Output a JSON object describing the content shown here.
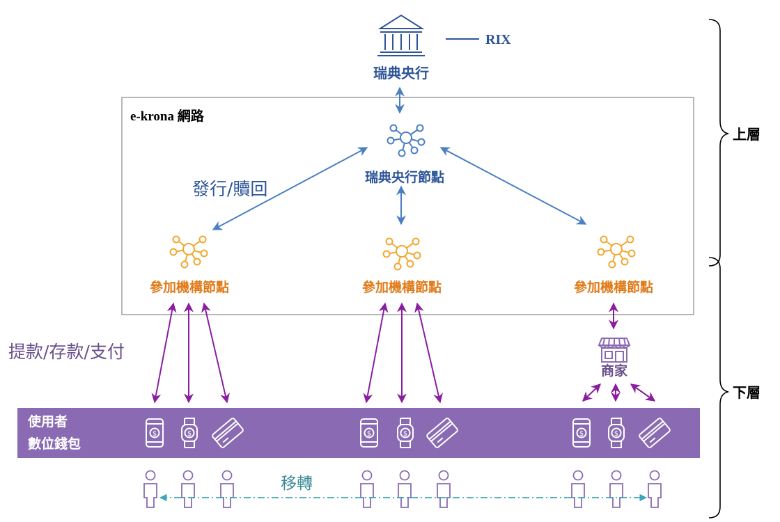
{
  "central_bank": {
    "label": "瑞典央行",
    "rix_label": "RIX"
  },
  "network": {
    "title": "e-krona 網路",
    "central_node_label": "瑞典央行節點",
    "issue_label": "發行/贖回"
  },
  "participants": {
    "labels": [
      "參加機構節點",
      "參加機構節點",
      "參加機構節點"
    ]
  },
  "side_labels": {
    "withdraw_label": "提款/存款/支付",
    "transfer_label": "移轉"
  },
  "merchant": {
    "label": "商家"
  },
  "wallet": {
    "line1": "使用者",
    "line2": "數位錢包"
  },
  "layers": {
    "upper": "上層",
    "lower": "下層"
  },
  "colors": {
    "blue": "#2e5597",
    "arrow_blue": "#4a7fc1",
    "orange": "#e07b1a",
    "node_orange": "#f0a830",
    "purple": "#8a6bb3",
    "arrow_purple": "#8a1ea0",
    "teal": "#3aa8b8",
    "box_border": "#9e9e9e"
  },
  "icons": [
    "bank-icon",
    "network-node-icon",
    "store-icon",
    "phone-pay-icon",
    "watch-pay-icon",
    "card-icon",
    "person-icon"
  ]
}
